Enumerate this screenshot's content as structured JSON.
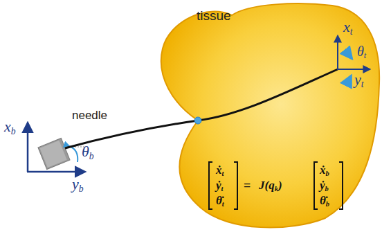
{
  "diagram": {
    "nodes": [
      {
        "text": [
          "tissue"
        ]
      }
    ],
    "labels": [
      "needle",
      "xb",
      "yb",
      "θb",
      "xt",
      "yt",
      "θt",
      "ẋt",
      "ẏt",
      "θ̇t",
      "=",
      "J(qk)",
      "ẋb",
      "ẏb",
      "θ̇b"
    ]
  }
}
